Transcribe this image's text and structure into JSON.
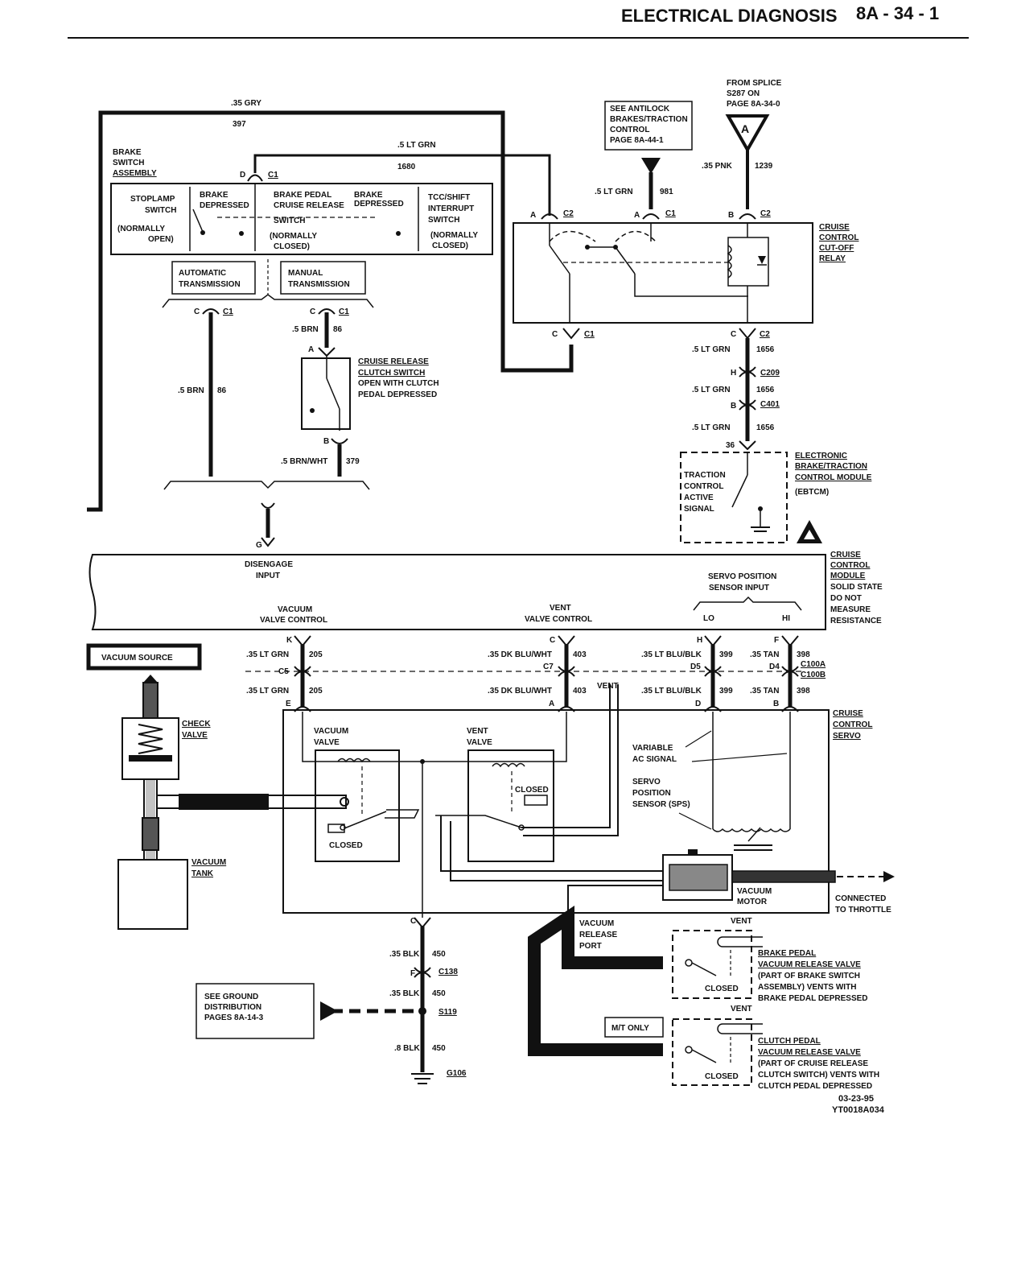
{
  "header": {
    "title": "ELECTRICAL DIAGNOSIS",
    "page": "8A - 34 - 1"
  },
  "wires": {
    "w397_gauge": ".35 GRY",
    "w397_circuit": "397",
    "w1680_gauge": ".5 LT GRN",
    "w1680_circuit": "1680",
    "w981_gauge": ".5 LT GRN",
    "w981_circuit": "981",
    "w1239_gauge": ".35 PNK",
    "w1239_circuit": "1239",
    "w1656_gauge": ".5 LT GRN",
    "w1656_circuit": "1656",
    "w86_gauge": ".5 BRN",
    "w86_circuit": "86",
    "w379_gauge": ".5 BRN/WHT",
    "w379_circuit": "379",
    "w205a_gauge": ".35 LT GRN",
    "w205_circuit": "205",
    "w205b_gauge": ".35 LT GRN",
    "w403_gauge": ".35 DK BLU/WHT",
    "w403_circuit": "403",
    "w399_gauge": ".35 LT BLU/BLK",
    "w399_circuit": "399",
    "w398_gauge": ".35 TAN",
    "w398_circuit": "398",
    "w450a_gauge": ".35 BLK",
    "w450b_gauge": ".35 BLK",
    "w450c_gauge": ".8 BLK",
    "w450_circuit": "450"
  },
  "connectors": {
    "c1": "C1",
    "c2": "C2",
    "c209": "C209",
    "c401": "C401",
    "c100a": "C100A",
    "c100b": "C100B",
    "c138": "C138",
    "s119": "S119",
    "g106": "G106",
    "pin_d": "D",
    "pin_a": "A",
    "pin_b": "B",
    "pin_c": "C",
    "pin_h": "H",
    "pin_g": "G",
    "pin_k": "K",
    "pin_e": "E",
    "pin_f": "F",
    "pin_36": "36",
    "c5": "C5",
    "c7": "C7",
    "d5": "D5",
    "d4": "D4"
  },
  "labels": {
    "brake_switch_assembly": [
      "BRAKE",
      "SWITCH",
      "ASSEMBLY"
    ],
    "stoplamp_switch": [
      "STOPLAMP",
      "SWITCH"
    ],
    "brake_depressed": [
      "BRAKE",
      "DEPRESSED"
    ],
    "normally_open": [
      "(NORMALLY",
      "OPEN)"
    ],
    "normally_closed": [
      "(NORMALLY",
      "CLOSED)"
    ],
    "brake_pedal_cruise_release": [
      "BRAKE PEDAL",
      "CRUISE RELEASE",
      "SWITCH"
    ],
    "tcc_shift": [
      "TCC/SHIFT",
      "INTERRUPT",
      "SWITCH"
    ],
    "automatic_transmission": [
      "AUTOMATIC",
      "TRANSMISSION"
    ],
    "manual_transmission": [
      "MANUAL",
      "TRANSMISSION"
    ],
    "see_antilock": [
      "SEE ANTILOCK",
      "BRAKES/TRACTION",
      "CONTROL",
      "PAGE 8A-44-1"
    ],
    "from_splice": [
      "FROM SPLICE",
      "S287 ON",
      "PAGE 8A-34-0"
    ],
    "splice_letter": "A",
    "cutoff_relay": [
      "CRUISE",
      "CONTROL",
      "CUT-OFF",
      "RELAY"
    ],
    "clutch_switch": [
      "CRUISE RELEASE",
      "CLUTCH SWITCH",
      "OPEN WITH CLUTCH",
      "PEDAL DEPRESSED"
    ],
    "ebtcm": [
      "ELECTRONIC",
      "BRAKE/TRACTION",
      "CONTROL MODULE",
      "(EBTCM)"
    ],
    "traction_signal": [
      "TRACTION",
      "CONTROL",
      "ACTIVE",
      "SIGNAL"
    ],
    "disengage_input": [
      "DISENGAGE",
      "INPUT"
    ],
    "servo_position_input": [
      "SERVO POSITION",
      "SENSOR INPUT"
    ],
    "vacuum_valve_control": [
      "VACUUM",
      "VALVE CONTROL"
    ],
    "vent_valve_control": [
      "VENT",
      "VALVE CONTROL"
    ],
    "lo": "LO",
    "hi": "HI",
    "cruise_module": [
      "CRUISE",
      "CONTROL",
      "MODULE",
      "SOLID STATE",
      "DO NOT",
      "MEASURE",
      "RESISTANCE"
    ],
    "vacuum_source": "VACUUM SOURCE",
    "check_valve": [
      "CHECK",
      "VALVE"
    ],
    "vacuum_tank": [
      "VACUUM",
      "TANK"
    ],
    "vacuum_valve": [
      "VACUUM",
      "VALVE"
    ],
    "vent_valve": [
      "VENT",
      "VALVE"
    ],
    "vent": "VENT",
    "closed": "CLOSED",
    "variable_ac": [
      "VARIABLE",
      "AC SIGNAL"
    ],
    "sps": [
      "SERVO",
      "POSITION",
      "SENSOR (SPS)"
    ],
    "cruise_servo": [
      "CRUISE",
      "CONTROL",
      "SERVO"
    ],
    "vacuum_motor": [
      "VACUUM",
      "MOTOR"
    ],
    "connected_throttle": [
      "CONNECTED",
      "TO THROTTLE"
    ],
    "vacuum_release_port": [
      "VACUUM",
      "RELEASE",
      "PORT"
    ],
    "brake_release_valve": [
      "BRAKE PEDAL",
      "VACUUM RELEASE VALVE",
      "(PART OF BRAKE SWITCH",
      "ASSEMBLY) VENTS WITH",
      "BRAKE PEDAL DEPRESSED"
    ],
    "mt_only": "M/T ONLY",
    "clutch_release_valve": [
      "CLUTCH PEDAL",
      "VACUUM RELEASE VALVE",
      "(PART OF CRUISE RELEASE",
      "CLUTCH SWITCH) VENTS WITH",
      "CLUTCH PEDAL DEPRESSED"
    ],
    "see_ground": [
      "SEE GROUND",
      "DISTRIBUTION",
      "PAGES 8A-14-3"
    ],
    "date": "03-23-95",
    "figure_id": "YT0018A034"
  }
}
